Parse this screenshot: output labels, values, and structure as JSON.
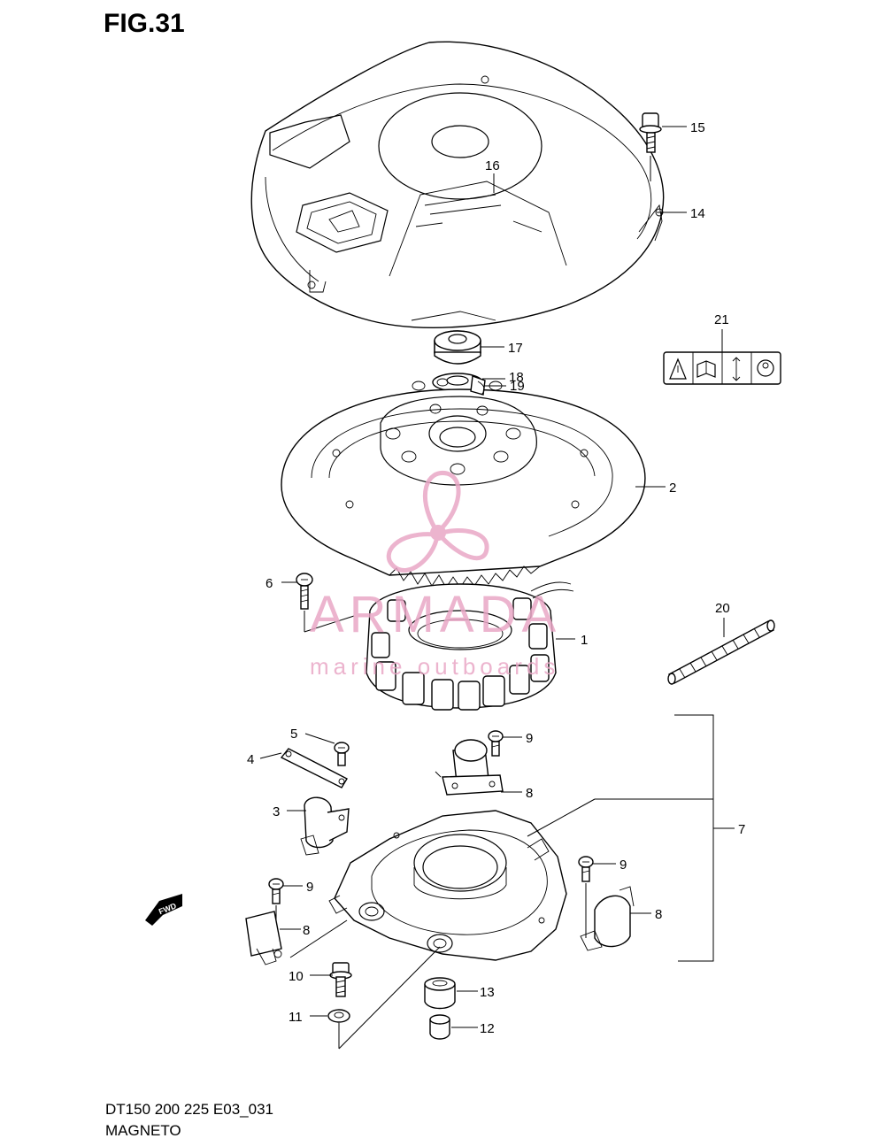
{
  "figure": {
    "title": "FIG.31",
    "model_code": "DT150 200 225 E03_031",
    "name": "MAGNETO"
  },
  "callouts": [
    "1",
    "2",
    "3",
    "4",
    "5",
    "6",
    "7",
    "8",
    "9",
    "10",
    "11",
    "12",
    "13",
    "14",
    "15",
    "16",
    "17",
    "18",
    "19",
    "20",
    "21"
  ],
  "badges": {
    "fwd": "FWD"
  },
  "watermark": {
    "brand": "ARMADA",
    "subtitle": "marine outboards",
    "color": "#e9a7c6"
  }
}
